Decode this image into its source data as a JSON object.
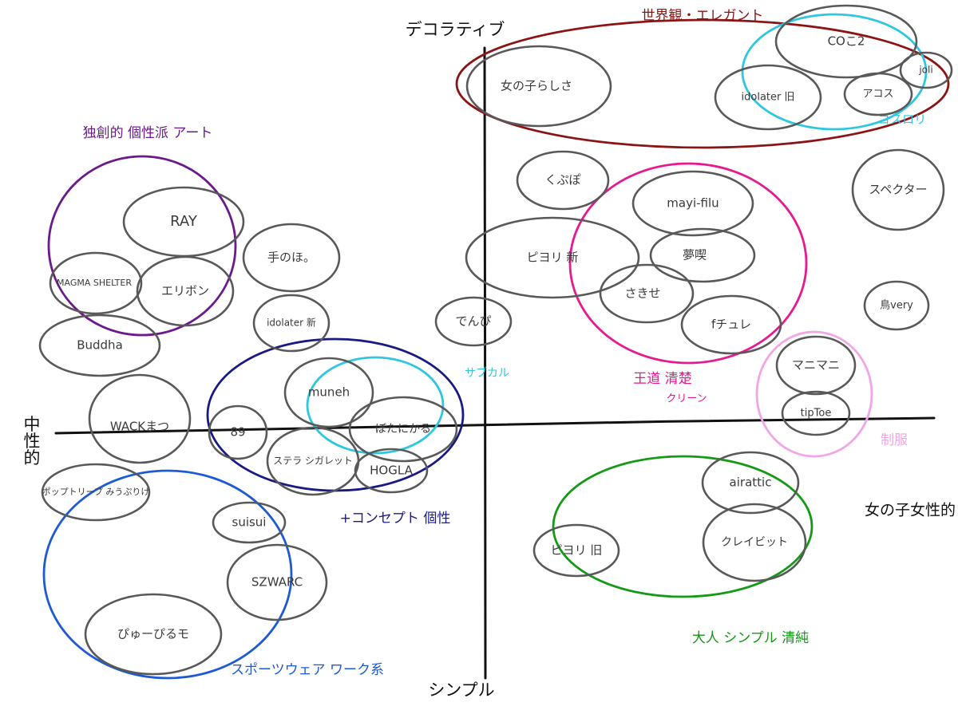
{
  "axes": {
    "top": "デコラティブ",
    "bottom": "シンプル",
    "left": "中性的",
    "right": "女の子女性的"
  },
  "nodes": [
    {
      "id": "n-onnnanoko",
      "label": "女の子らしさ"
    },
    {
      "id": "n-cocco",
      "label": "COこ2"
    },
    {
      "id": "n-idolater-old",
      "label": "idolater 旧"
    },
    {
      "id": "n-acos",
      "label": "アコス"
    },
    {
      "id": "n-joli",
      "label": "joli"
    },
    {
      "id": "n-kupopo",
      "label": "くぷぽ"
    },
    {
      "id": "n-spectre",
      "label": "スペクター"
    },
    {
      "id": "n-mayi",
      "label": "mayi-filu"
    },
    {
      "id": "n-pizzly-new",
      "label": "ピヨリ 新"
    },
    {
      "id": "n-yume",
      "label": "夢喫"
    },
    {
      "id": "n-sakise",
      "label": "さきせ"
    },
    {
      "id": "n-fchu",
      "label": "fチュレ"
    },
    {
      "id": "n-demi",
      "label": "でんぴ"
    },
    {
      "id": "n-tori",
      "label": "鳥very"
    },
    {
      "id": "n-manimani",
      "label": "マニマニ"
    },
    {
      "id": "n-tiptoe",
      "label": "tipToe"
    },
    {
      "id": "n-airattic",
      "label": "airattic"
    },
    {
      "id": "n-pizzly-old",
      "label": "ピヨリ 旧"
    },
    {
      "id": "n-kureibit",
      "label": "クレイビット"
    },
    {
      "id": "n-ray",
      "label": "RAY"
    },
    {
      "id": "n-magma",
      "label": "MAGMA SHELTER"
    },
    {
      "id": "n-erimon",
      "label": "エリボン"
    },
    {
      "id": "n-buddha",
      "label": "Buddha"
    },
    {
      "id": "n-teno",
      "label": "手のほ。"
    },
    {
      "id": "n-idolater-new",
      "label": "idolater 新"
    },
    {
      "id": "n-muneh",
      "label": "muneh"
    },
    {
      "id": "n-wacka",
      "label": "WACKまつ"
    },
    {
      "id": "n-89",
      "label": "89"
    },
    {
      "id": "n-bota",
      "label": "ぼたにかる"
    },
    {
      "id": "n-stella",
      "label": "ステラ シガレット"
    },
    {
      "id": "n-hogla",
      "label": "HOGLA"
    },
    {
      "id": "n-potri",
      "label": "ポップトリープ みうぷりけ"
    },
    {
      "id": "n-suisui",
      "label": "suisui"
    },
    {
      "id": "n-szwarc",
      "label": "SZWARC"
    },
    {
      "id": "n-pippi",
      "label": "ぴゅーぴるモ"
    }
  ],
  "groups": [
    {
      "id": "g-world",
      "label": "世界観・エレガント",
      "color": "#8b1414"
    },
    {
      "id": "g-gothic",
      "label": "ゴスロリ",
      "color": "#2fc7e0"
    },
    {
      "id": "g-art",
      "label": "独創的 個性派 アート",
      "color": "#6a1a8c"
    },
    {
      "id": "g-odo",
      "label": "王道 清楚",
      "color": "#e6198f"
    },
    {
      "id": "g-clean",
      "label": "クリーン",
      "color": "#e6198f"
    },
    {
      "id": "g-seifuku",
      "label": "制服",
      "color": "#f2a6e6"
    },
    {
      "id": "g-concept",
      "label": "+コンセプト 個性",
      "color": "#1a1a85"
    },
    {
      "id": "g-subcul",
      "label": "サブカル",
      "color": "#2fc7e0"
    },
    {
      "id": "g-adult",
      "label": "大人 シンプル 清純",
      "color": "#159a15"
    },
    {
      "id": "g-sport",
      "label": "スポーツウェア ワーク系",
      "color": "#1e5ad6"
    }
  ]
}
